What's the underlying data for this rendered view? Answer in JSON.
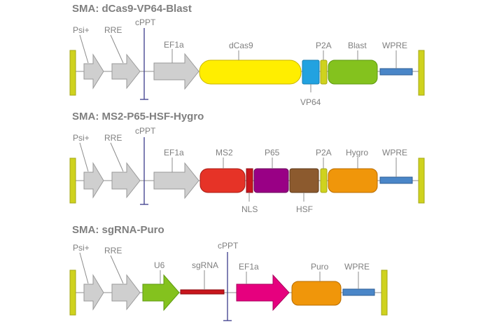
{
  "constructs": [
    {
      "title": "SMA: dCas9-VP64-Blast",
      "labels": {
        "psi": "Psi+",
        "rre": "RRE",
        "cppt": "cPPT",
        "ef1a": "EF1a",
        "dcas9": "dCas9",
        "vp64": "VP64",
        "p2a": "P2A",
        "blast": "Blast",
        "wpre": "WPRE"
      }
    },
    {
      "title": "SMA: MS2-P65-HSF-Hygro",
      "labels": {
        "psi": "Psi+",
        "rre": "RRE",
        "cppt": "cPPT",
        "ef1a": "EF1a",
        "ms2": "MS2",
        "nls": "NLS",
        "p65": "P65",
        "hsf": "HSF",
        "p2a": "P2A",
        "hygro": "Hygro",
        "wpre": "WPRE"
      }
    },
    {
      "title": "SMA: sgRNA-Puro",
      "labels": {
        "psi": "Psi+",
        "rre": "RRE",
        "u6": "U6",
        "sgrna": "sgRNA",
        "cppt": "cPPT",
        "ef1a": "EF1a",
        "puro": "Puro",
        "wpre": "WPRE"
      }
    }
  ],
  "colors": {
    "ltr": "#cfd21e",
    "gray_arrow": "#cfcfcf",
    "dcas9": "#ffee00",
    "vp64": "#22a2e0",
    "p2a": "#cfd21e",
    "blast": "#84c21e",
    "wpre": "#4a86c8",
    "ms2": "#e63327",
    "nls": "#c8161d",
    "p65": "#990085",
    "hsf": "#8c5a2e",
    "hygro": "#f0960a",
    "u6": "#84c21e",
    "sgrna": "#c8161d",
    "ef1a_puro": "#e6007e",
    "puro": "#f0960a"
  }
}
